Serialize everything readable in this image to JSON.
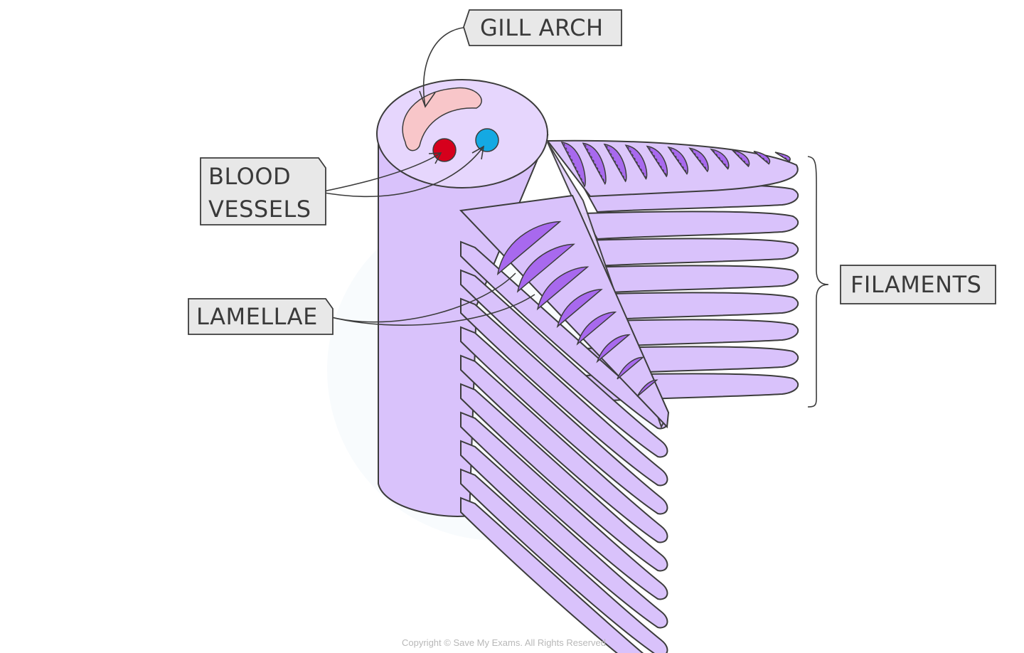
{
  "labels": {
    "gill_arch": "GILL  ARCH",
    "blood_vessels_line1": "BLOOD",
    "blood_vessels_line2": "VESSELS",
    "lamellae": "LAMELLAE",
    "filaments": "FILAMENTS"
  },
  "copyright": "Copyright © Save My Exams. All Rights Reserved",
  "colors": {
    "body_fill": "#d9c2fb",
    "top_fill": "#e6d6fd",
    "lamella_fill": "#a869ee",
    "gill_arch_fill": "#f8c6c9",
    "oxygenated_vessel": "#d6001c",
    "deoxygenated_vessel": "#14a9e3",
    "label_box_fill": "#e8e8e8",
    "outline": "#3c3c3c"
  }
}
